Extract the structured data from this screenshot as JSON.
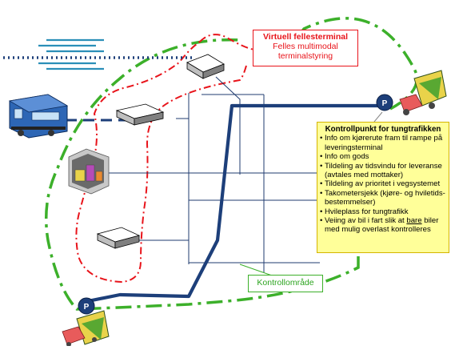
{
  "virtual_terminal": {
    "title": "Virtuell fellesterminal",
    "subtitle": "Felles multimodal terminalstyring"
  },
  "checkpoint": {
    "title": "Kontrollpunkt for tungtrafikken",
    "items": [
      "Info om kjørerute fram til rampe på leveringsterminal",
      "Info om gods",
      "Tildeling av tidsvindu for leveranse (avtales med mottaker)",
      "Tildeling av prioritet i vegsystemet",
      "Takometersjekk (kjøre- og hviletids-bestemmelser)",
      "Hvileplass for tungtrafikk"
    ],
    "last_item": {
      "before": "Veiing av bil i fart slik at ",
      "underlined": "bare",
      "after": " biler med mulig overlast kontrolleres"
    }
  },
  "control_area": {
    "label": "Kontrollområde"
  },
  "parking_markers": [
    "P",
    "P"
  ],
  "colors": {
    "red_dashed": "#e8131a",
    "green_dashed": "#3cb02a",
    "road": "#1d3f7a",
    "network": "#1f3b6f",
    "info_box_fill": "#ffff99",
    "ship_lines": "#2b8fb8"
  }
}
